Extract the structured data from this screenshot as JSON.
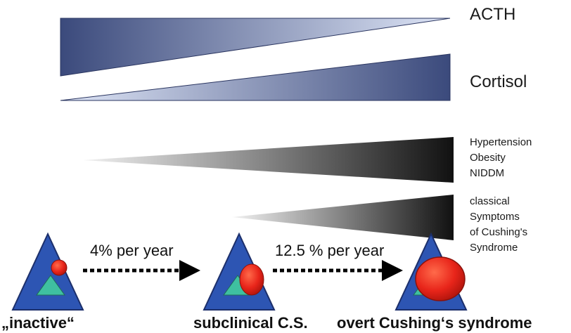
{
  "labels": {
    "acth": "ACTH",
    "cortisol": "Cortisol",
    "group1": [
      "Hypertension",
      "Obesity",
      "NIDDM"
    ],
    "group2": [
      "classical",
      "Symptoms",
      "of Cushing's",
      "Syndrome"
    ]
  },
  "rates": {
    "first": "4% per year",
    "second": "12.5 % per year"
  },
  "stages": {
    "inactive": "„inactive“",
    "subclinical": "subclinical C.S.",
    "overt": "overt Cushing‘s syndrome"
  },
  "colors": {
    "wedge_dark": "#3b4a7c",
    "wedge_light": "#dfe6f7",
    "clinical_dark": "#111111",
    "clinical_light": "#f2f2f2",
    "triangle_fill": "#2d55b3",
    "triangle_stroke": "#1c2f6b",
    "inner_triangle": "#3fc0a0",
    "tumor": "#e8251a",
    "tumor_stroke": "#8a120c"
  }
}
